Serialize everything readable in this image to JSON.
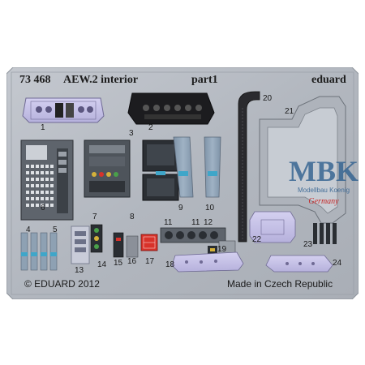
{
  "header": {
    "product_code": "73 468",
    "product_name": "AEW.2 interior",
    "part": "part1",
    "brand": "eduard"
  },
  "footer": {
    "copyright": "© EDUARD 2012",
    "origin": "Made in Czech Republic"
  },
  "watermark": {
    "brand": "MBK",
    "subtitle": "Modellbau Koenig",
    "country": "Germany",
    "color": "#2e5f8f",
    "country_color": "#c62828"
  },
  "part_numbers": {
    "p1": "1",
    "p2": "2",
    "p3": "3",
    "p4": "4",
    "p5": "5",
    "p6": "6",
    "p7": "7",
    "p8": "8",
    "p9": "9",
    "p10": "10",
    "p11a": "11",
    "p11b": "11",
    "p12": "12",
    "p13": "13",
    "p14": "14",
    "p15": "15",
    "p16": "16",
    "p17": "17",
    "p18": "18",
    "p19": "19",
    "p20": "20",
    "p21": "21",
    "p22": "22",
    "p23": "23",
    "p24": "24"
  },
  "colors": {
    "fret_metal": "#b7bcc4",
    "fret_edge": "#8e949c",
    "panel_black": "#1c1c1f",
    "panel_grey": "#5e646c",
    "highlight_red": "#d8322a",
    "instrument_blue": "#3fa6c9",
    "instrument_green": "#4aa04a",
    "lavender": "#c7c3e6"
  }
}
